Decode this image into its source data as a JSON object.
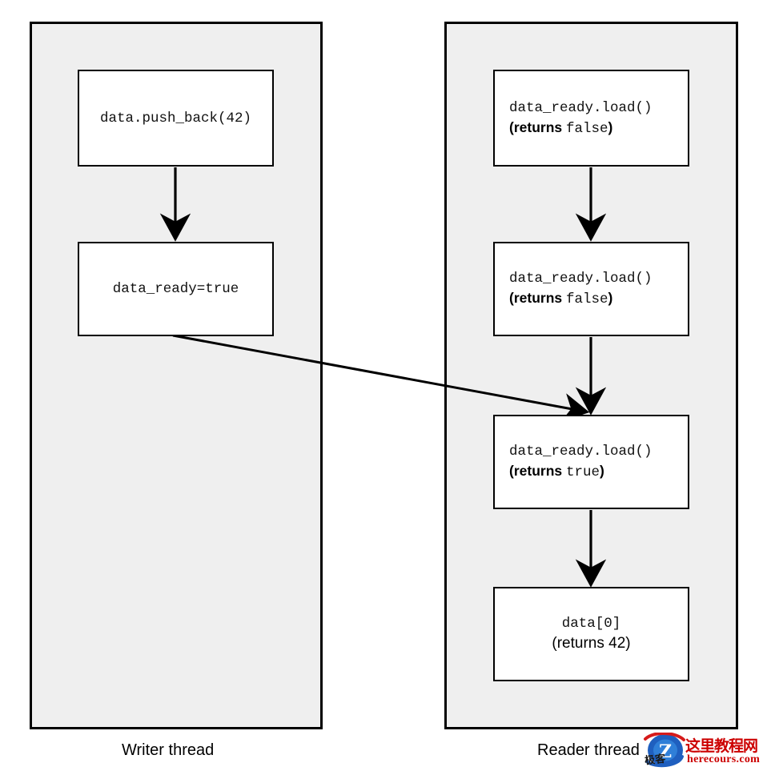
{
  "diagram": {
    "title": "Writer/Reader thread memory ordering sequence",
    "background_color": "#ffffff",
    "panel_color": "#efefef",
    "box_color": "#ffffff",
    "stroke_color": "#000000",
    "writer": {
      "label": "Writer thread",
      "steps": [
        {
          "code": "data.push_back(42)",
          "returns_prefix": "",
          "returns_value": "",
          "returns_suffix": ""
        },
        {
          "code": "data_ready=true",
          "returns_prefix": "",
          "returns_value": "",
          "returns_suffix": ""
        }
      ]
    },
    "reader": {
      "label": "Reader thread",
      "steps": [
        {
          "code": "data_ready.load()",
          "returns_prefix": "(returns ",
          "returns_value": "false",
          "returns_suffix": ")"
        },
        {
          "code": "data_ready.load()",
          "returns_prefix": "(returns ",
          "returns_value": "false",
          "returns_suffix": ")"
        },
        {
          "code": "data_ready.load()",
          "returns_prefix": "(returns ",
          "returns_value": "true",
          "returns_suffix": ")"
        },
        {
          "code": "data[0]",
          "returns_plain": "(returns 42)"
        }
      ]
    },
    "arrows": [
      {
        "name": "writer-step1-to-step2",
        "kind": "vertical"
      },
      {
        "name": "reader-step1-to-step2",
        "kind": "vertical"
      },
      {
        "name": "reader-step2-to-step3",
        "kind": "vertical"
      },
      {
        "name": "reader-step3-to-step4",
        "kind": "vertical"
      },
      {
        "name": "writer-step2-to-reader-step3",
        "kind": "diagonal-synchronizes-with"
      }
    ]
  },
  "watermark": {
    "logo_letter": "Z",
    "chinese_title": "这里教程网",
    "chinese_sub": "极客",
    "url": "herecours.com",
    "brand_red": "#cc0000",
    "brand_blue": "#1f5fbf"
  }
}
